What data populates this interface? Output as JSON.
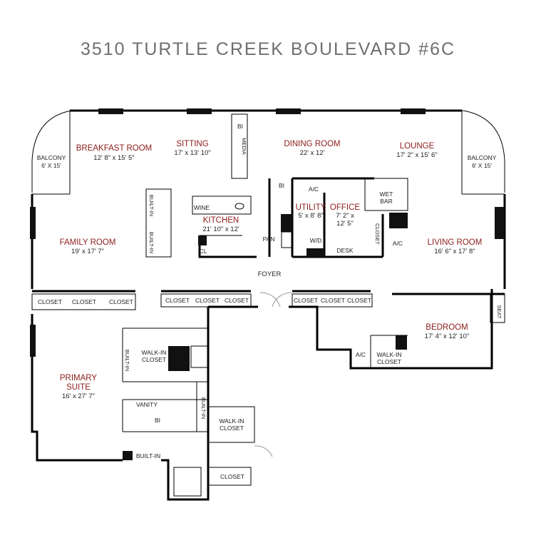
{
  "title": "3510 TURTLE CREEK BOULEVARD #6C",
  "rooms": {
    "breakfast": {
      "name": "BREAKFAST ROOM",
      "dim": "12' 8\" x 15' 5\""
    },
    "sitting": {
      "name": "SITTING",
      "dim": "17' x 13' 10\""
    },
    "dining": {
      "name": "DINING ROOM",
      "dim": "22' x 12'"
    },
    "lounge": {
      "name": "LOUNGE",
      "dim": "17' 2\" x 15' 6\""
    },
    "balcony_left": {
      "name": "BALCONY",
      "dim": "6' X 15'"
    },
    "balcony_right": {
      "name": "BALCONY",
      "dim": "6' X 15'"
    },
    "family": {
      "name": "FAMILY ROOM",
      "dim": "19' x 17' 7\""
    },
    "kitchen": {
      "name": "KITCHEN",
      "dim": "21' 10\" x 12'"
    },
    "utility": {
      "name": "UTILITY",
      "dim": "5' x 8' 8\""
    },
    "office": {
      "name": "OFFICE",
      "dim1": "7' 2\" x",
      "dim2": "12' 5\""
    },
    "living": {
      "name": "LIVING ROOM",
      "dim": "16' 6\" x 17' 8\""
    },
    "foyer": {
      "name": "FOYER"
    },
    "bedroom": {
      "name": "BEDROOM",
      "dim": "17' 4\" x 12' 10\""
    },
    "primary": {
      "name1": "PRIMARY",
      "name2": "SUITE",
      "dim": "16' x 27' 7\""
    }
  },
  "labels": {
    "bi": "BI",
    "media": "MEDIA",
    "bi2": "BI",
    "ac1": "A/C",
    "wine": "WINE",
    "wet_bar1": "WET",
    "wet_bar2": "BAR",
    "closet_office": "CLOSET",
    "ac2": "A/C",
    "built_in_k1": "BUILT-IN",
    "built_in_k2": "BUILT-IN",
    "pan": "PAN",
    "cl": "CL",
    "wd": "W/D",
    "desk": "DESK",
    "closet_a": "CLOSET",
    "closet_b": "CLOSET",
    "closet_c": "CLOSET",
    "closet_d": "CLOSET",
    "closet_e": "CLOSET",
    "closet_f": "CLOSET",
    "closet_g": "CLOSET",
    "closet_h": "CLOSET",
    "closet_i": "CLOSET",
    "seat": "SEAT",
    "ac3": "A/C",
    "walkin_bed1": "WALK-IN",
    "walkin_bed2": "CLOSET",
    "built_in_p": "BUILT-IN",
    "walkin_p1": "WALK-IN",
    "walkin_p2": "CLOSET",
    "vanity": "VANITY",
    "bi_p": "BI",
    "built_in_p2": "BUILT-IN",
    "walkin_c1": "WALK-IN",
    "walkin_c2": "CLOSET",
    "built_in_bottom": "BUILT-IN",
    "closet_bottom": "CLOSET"
  },
  "colors": {
    "room_label": "#8b1c1c",
    "title": "#6f6f6f",
    "wall": "#000000"
  }
}
